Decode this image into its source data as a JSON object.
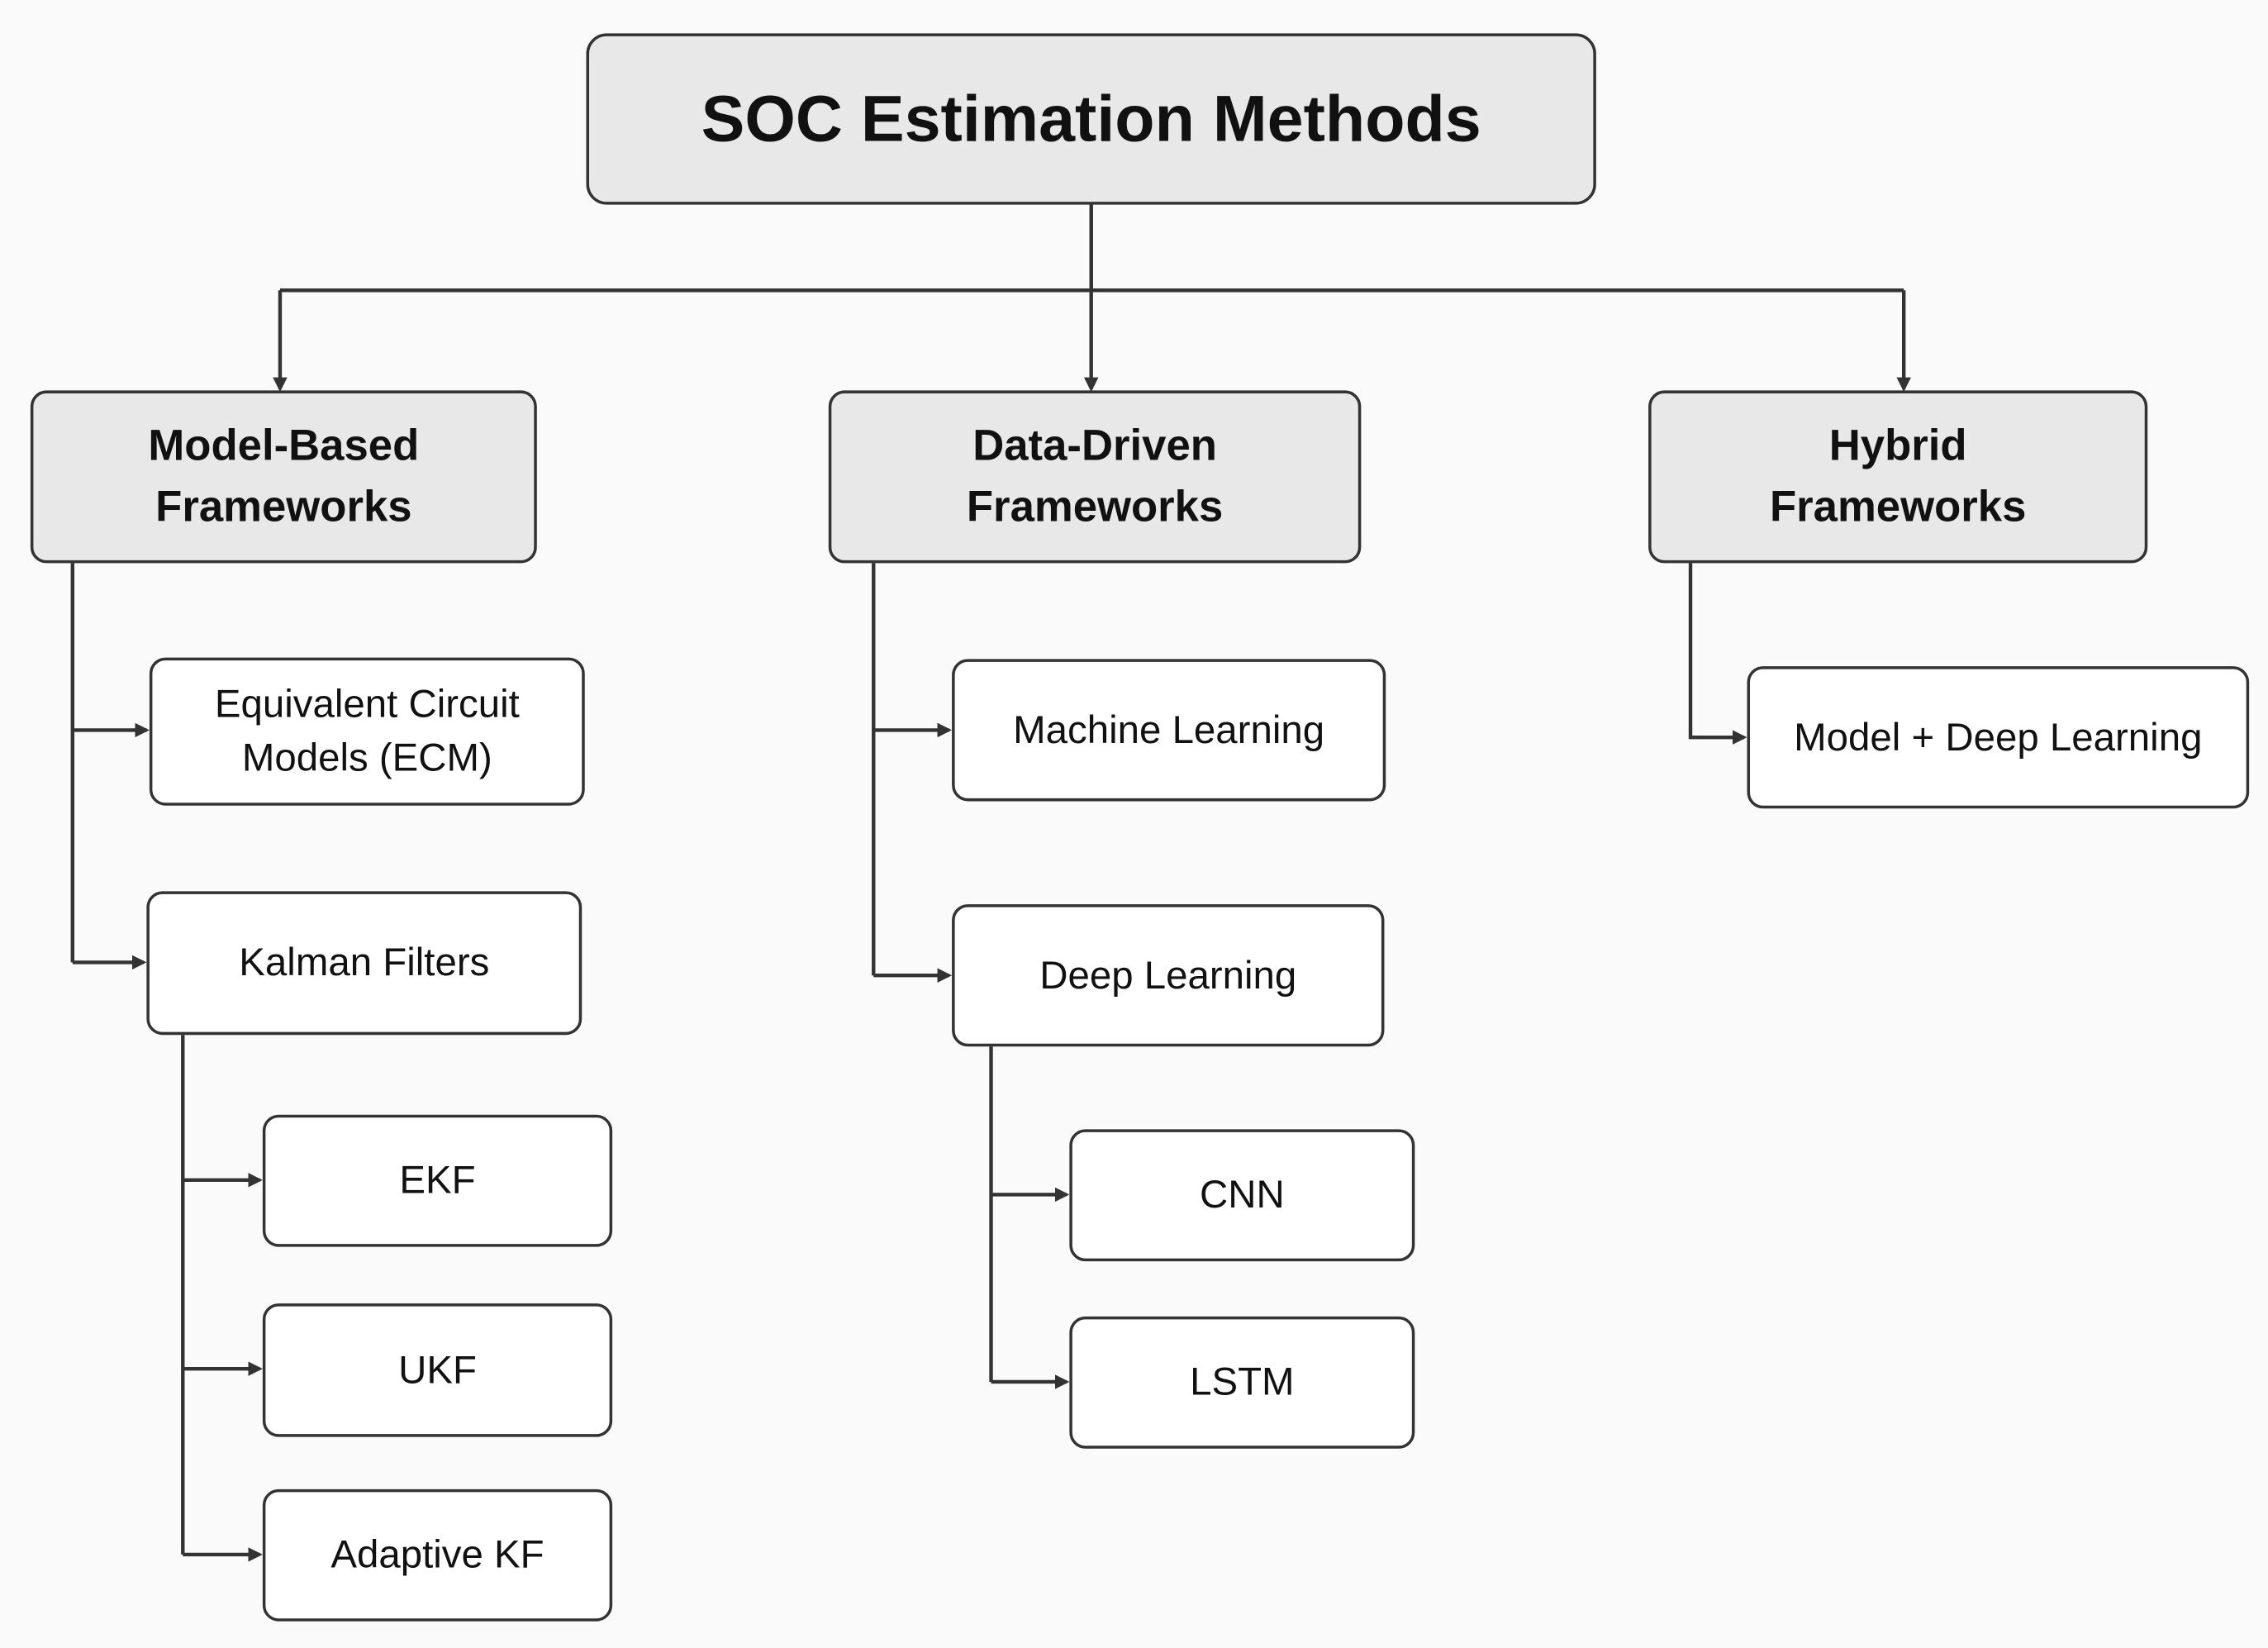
{
  "diagram": {
    "root": "SOC Estimation Methods",
    "categories": {
      "model_based": "Model-Based Frameworks",
      "data_driven": "Data-Driven Frameworks",
      "hybrid": "Hybrid Frameworks"
    },
    "model_based": {
      "ecm": "Equivalent Circuit Models (ECM)",
      "kalman": "Kalman Filters",
      "ekf": "EKF",
      "ukf": "UKF",
      "adaptive_kf": "Adaptive KF"
    },
    "data_driven": {
      "machine_learning": "Machine Learning",
      "deep_learning": "Deep Learning",
      "cnn": "CNN",
      "lstm": "LSTM"
    },
    "hybrid": {
      "model_dl": "Model + Deep Learning"
    }
  },
  "colors": {
    "box_fill_category": "#e8e8e8",
    "box_fill_leaf": "#ffffff",
    "stroke": "#333333",
    "background": "#fafafa"
  }
}
